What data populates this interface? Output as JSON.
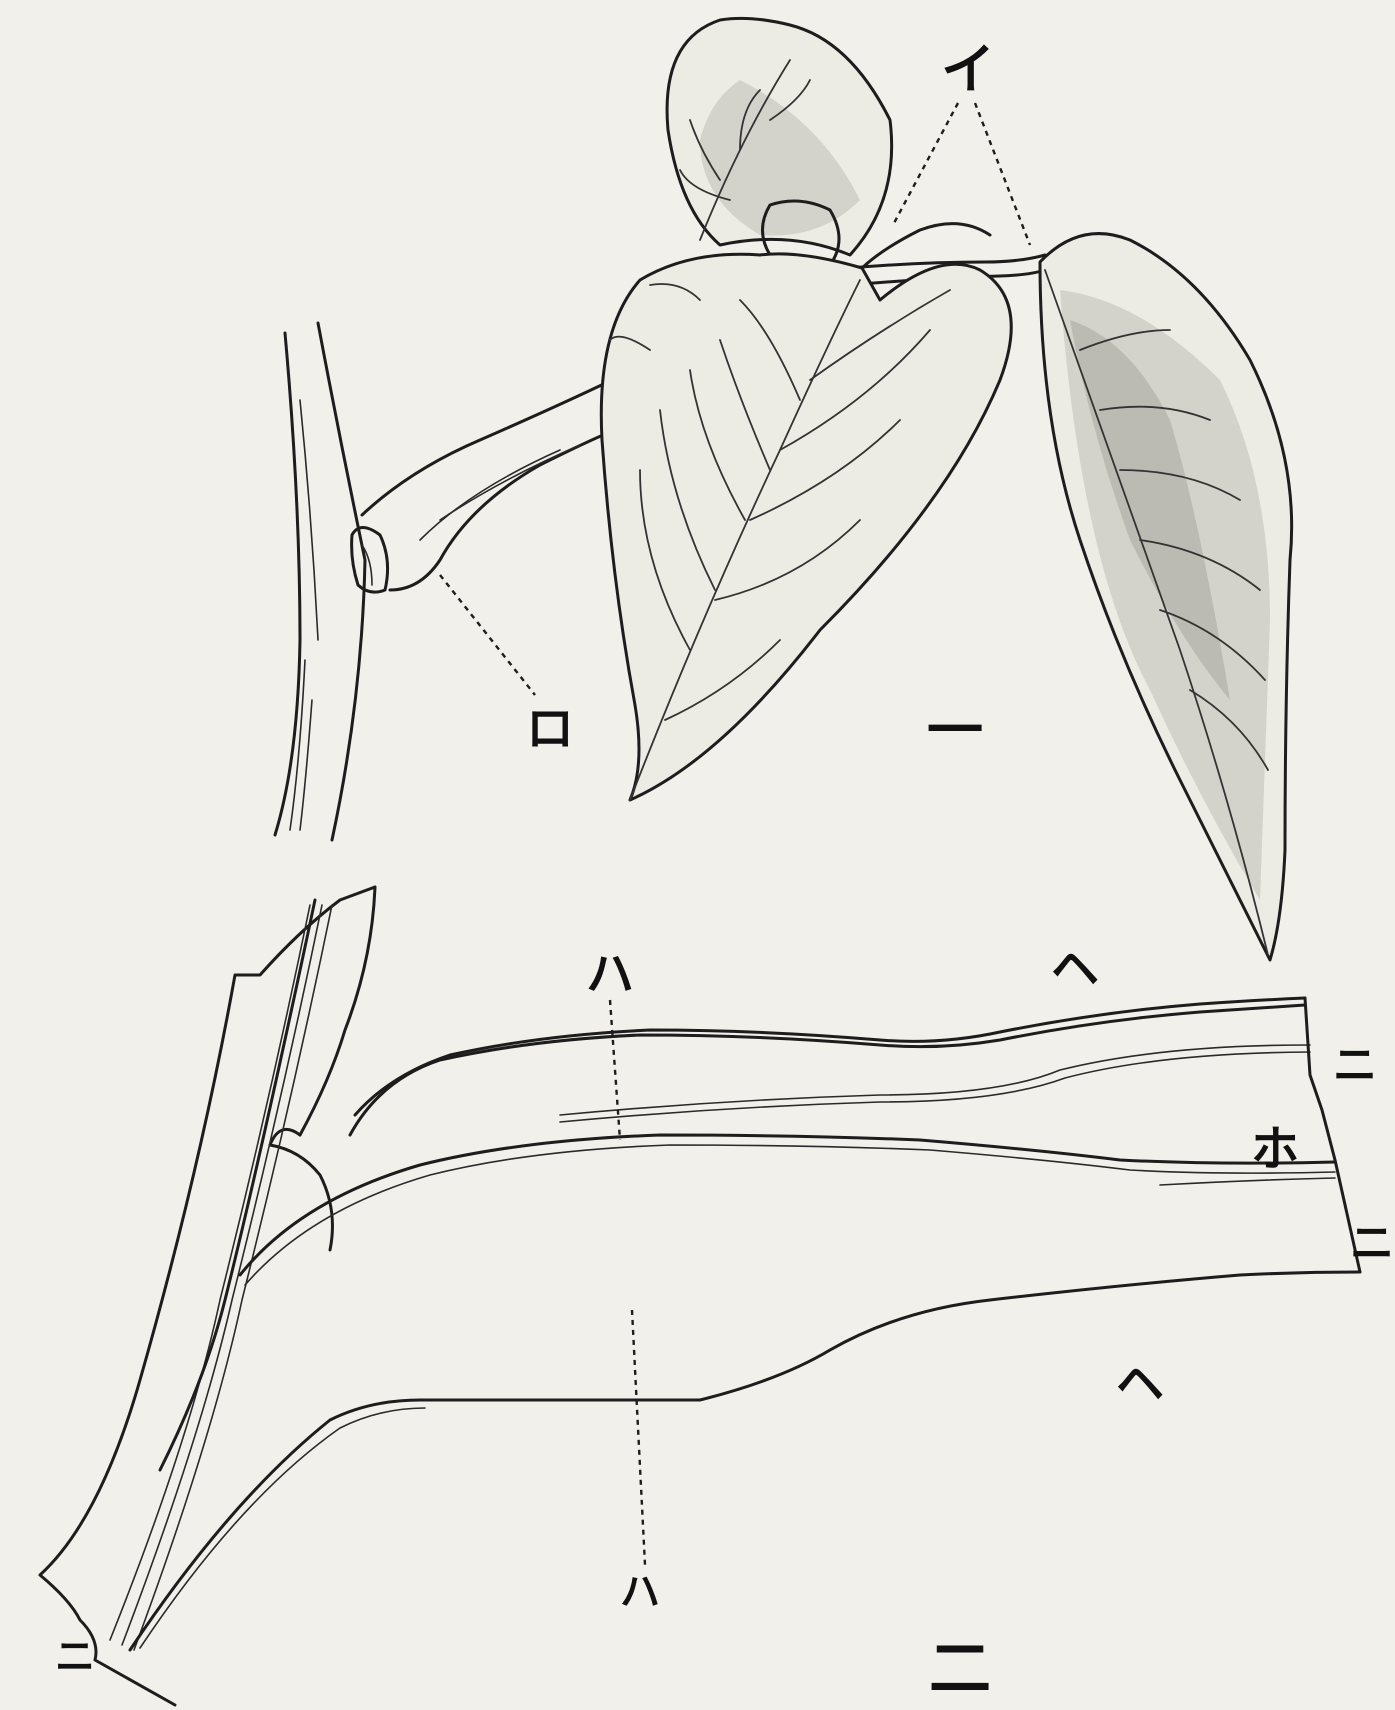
{
  "figure": {
    "figure_numbers": {
      "one": "一",
      "two": "二"
    },
    "labels": {
      "i": "イ",
      "ro": "ロ",
      "ha_top": "ハ",
      "ha_bottom": "ハ",
      "ni_right_top": "ニ",
      "ni_right_bottom": "ニ",
      "ni_left": "ニ",
      "ho": "ホ",
      "he_top": "ヘ",
      "he_bottom": "ヘ"
    },
    "colors": {
      "ink": "#1d1d1d",
      "paper": "#f1f0ea",
      "shading": "#c9c8c1"
    }
  }
}
